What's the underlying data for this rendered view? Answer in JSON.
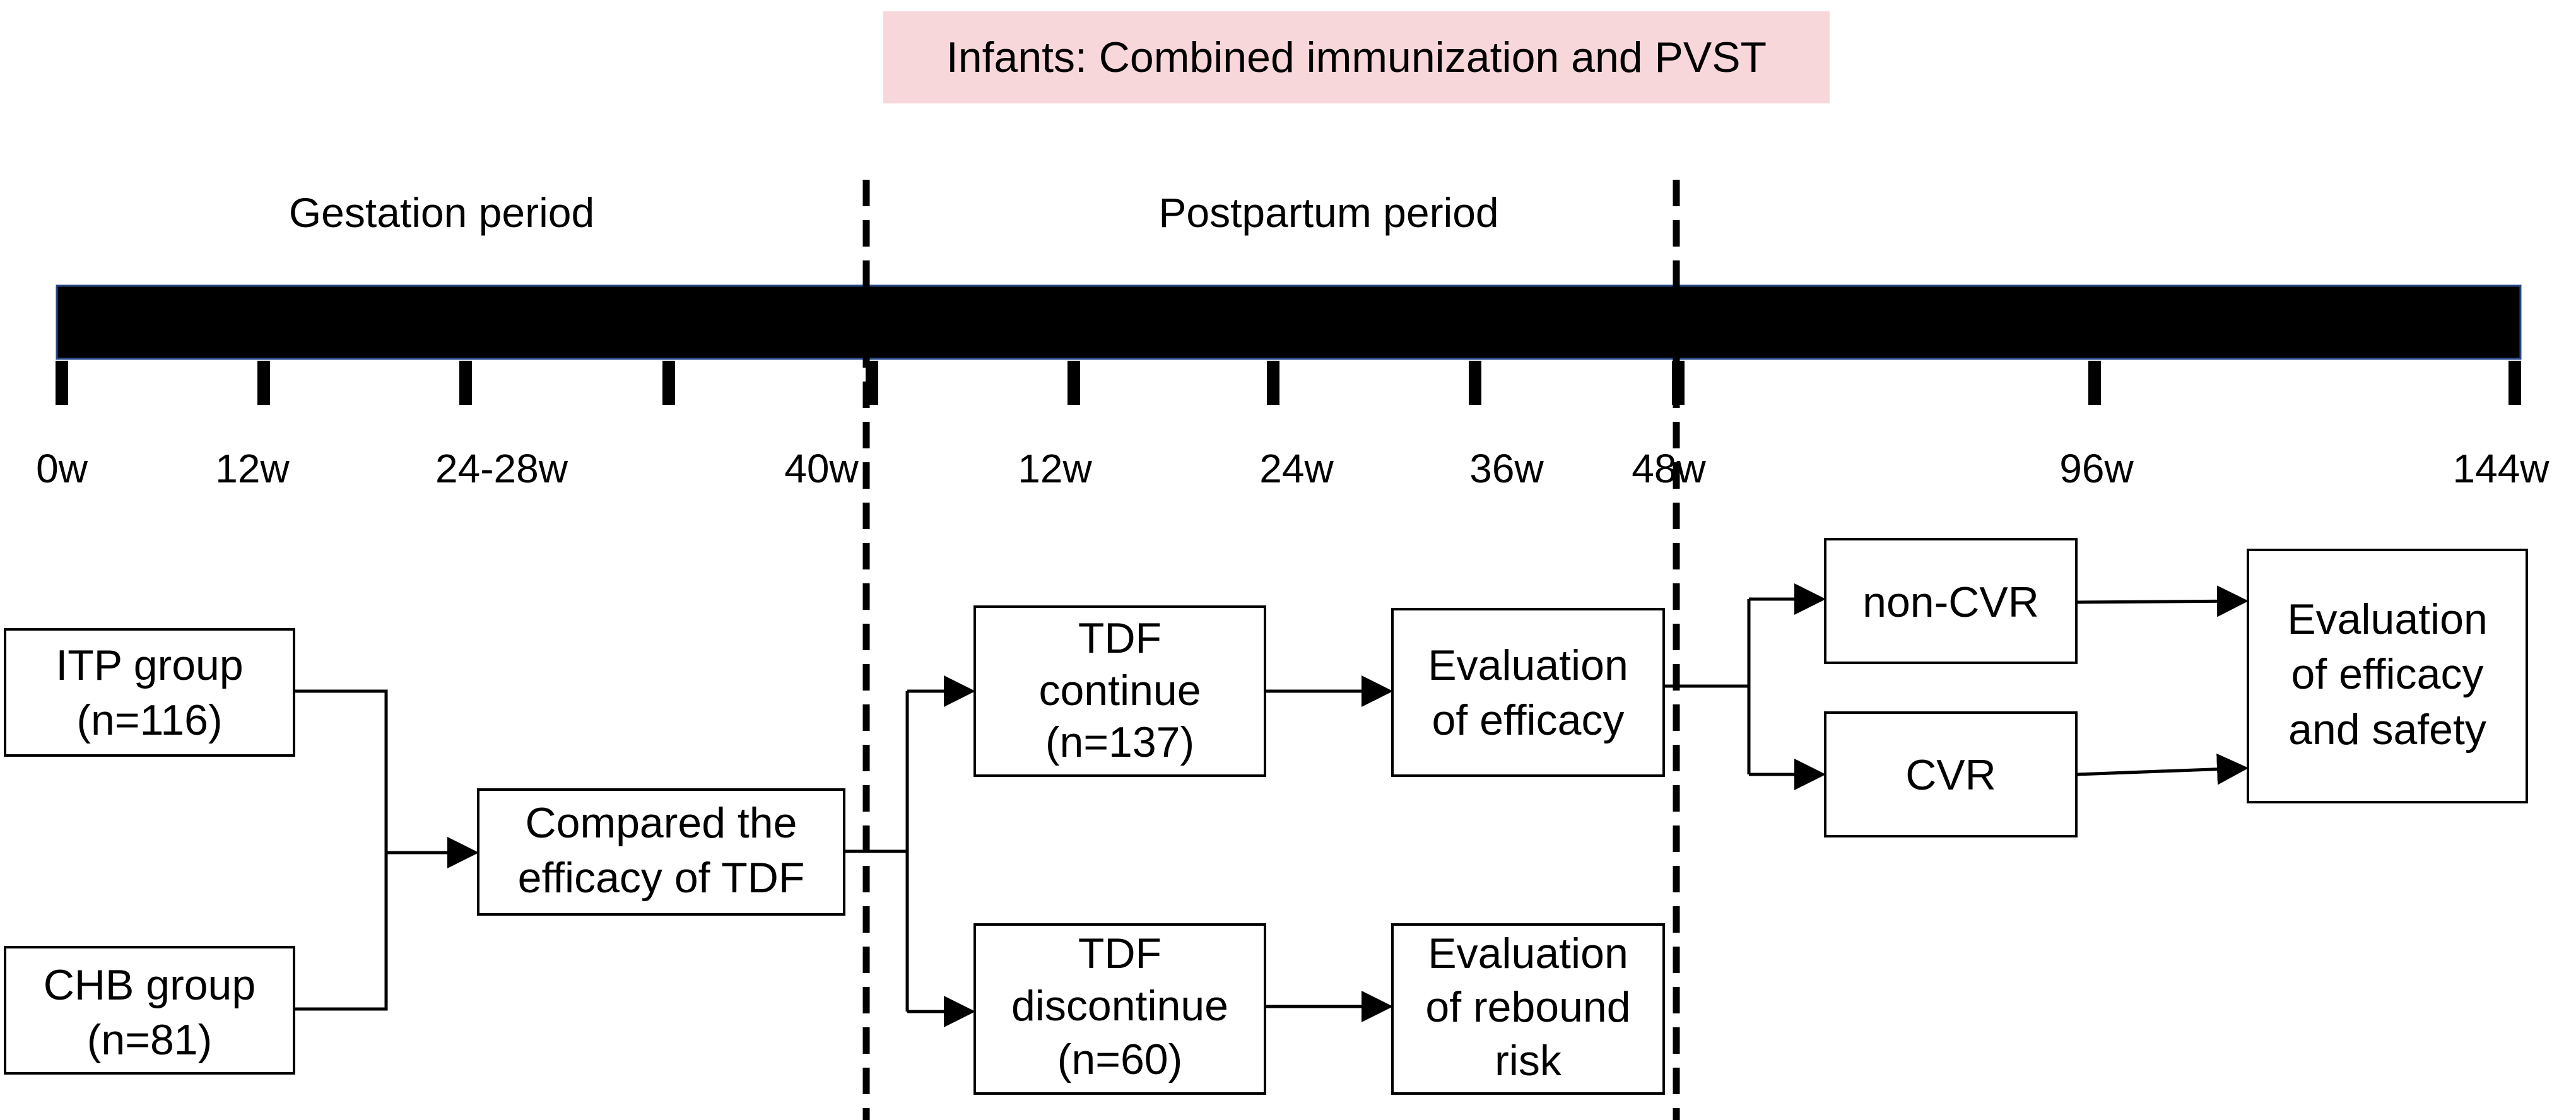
{
  "banner": {
    "text": "Infants: Combined immunization and PVST",
    "bg": "#f8d7da"
  },
  "periods": {
    "gestation": "Gestation period",
    "postpartum": "Postpartum period"
  },
  "timeline": {
    "bar_color": "#000000",
    "bar_border": "#2b4a8a",
    "ticks": [
      "0w",
      "12w",
      "24-28w",
      "40w",
      "12w",
      "24w",
      "36w",
      "48w",
      "96w",
      "144w"
    ]
  },
  "groups": {
    "itp": {
      "line1": "ITP group",
      "line2": "(n=116)"
    },
    "chb": {
      "line1": "CHB group",
      "line2": "(n=81)"
    }
  },
  "compare": {
    "line1": "Compared the",
    "line2": "efficacy of TDF"
  },
  "tdf_continue": {
    "line1": "TDF",
    "line2": "continue",
    "line3": "(n=137)"
  },
  "tdf_discontinue": {
    "line1": "TDF",
    "line2": "discontinue",
    "line3": "(n=60)"
  },
  "eval_efficacy": {
    "line1": "Evaluation",
    "line2": "of efficacy"
  },
  "eval_rebound": {
    "line1": "Evaluation",
    "line2": "of rebound",
    "line3": "risk"
  },
  "non_cvr": {
    "label": "non-CVR"
  },
  "cvr": {
    "label": "CVR"
  },
  "eval_final": {
    "line1": "Evaluation",
    "line2": "of efficacy",
    "line3": "and safety"
  }
}
